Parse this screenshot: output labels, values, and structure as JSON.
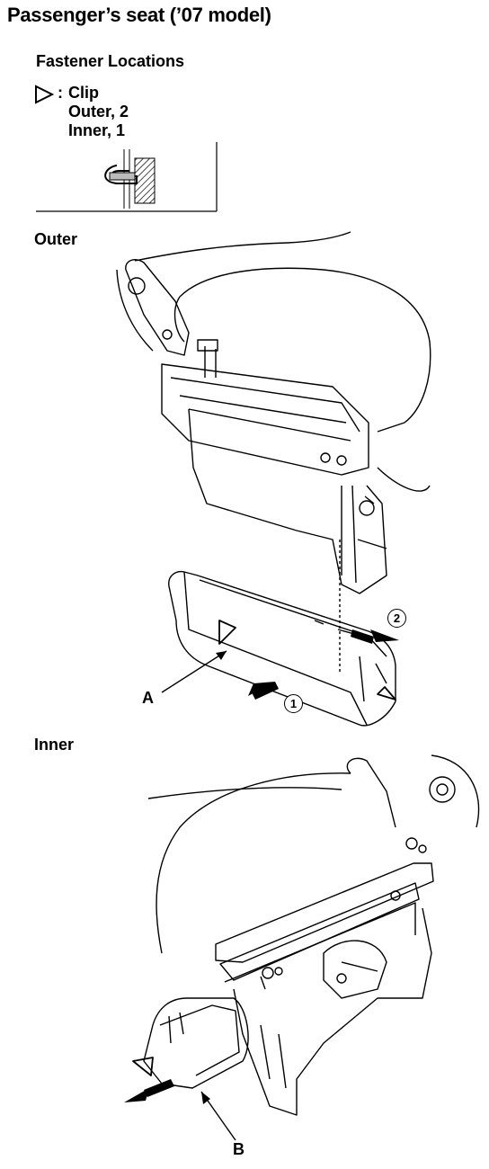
{
  "title": "Passenger’s seat (’07 model)",
  "subtitle": "Fastener Locations",
  "legend": {
    "symbol_icon": "triangle-outline-icon",
    "colon": ":",
    "clip_label": "Clip",
    "outer_count": "Outer, 2",
    "inner_count": "Inner, 1"
  },
  "sections": {
    "outer_label": "Outer",
    "inner_label": "Inner"
  },
  "callouts": {
    "a": "A",
    "b": "B",
    "step_1": "1",
    "step_2": "2"
  }
}
